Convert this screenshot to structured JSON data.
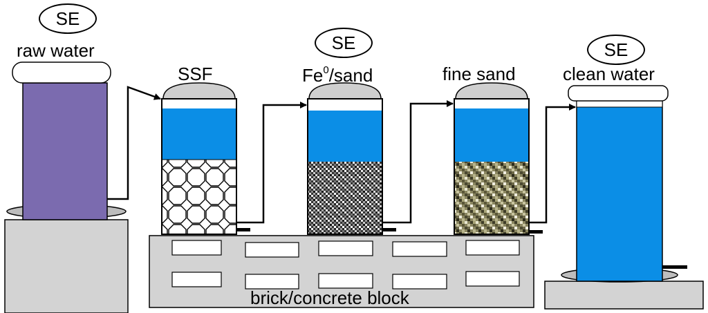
{
  "labels": {
    "se": "SE",
    "raw_water": "raw water",
    "ssf": "SSF",
    "fe_main": "Fe",
    "fe_sup": "0",
    "fe_rest": "/sand",
    "fine_sand": "fine sand",
    "clean_water": "clean water",
    "base": "brick/concrete block"
  },
  "colors": {
    "raw_water": "#7b6baf",
    "water": "#0b8ee6",
    "stand": "#d3d3d3",
    "ssf_media": "#ffffff",
    "fe_media": "#555555",
    "fine_sand_media": "#6f6a4a"
  }
}
